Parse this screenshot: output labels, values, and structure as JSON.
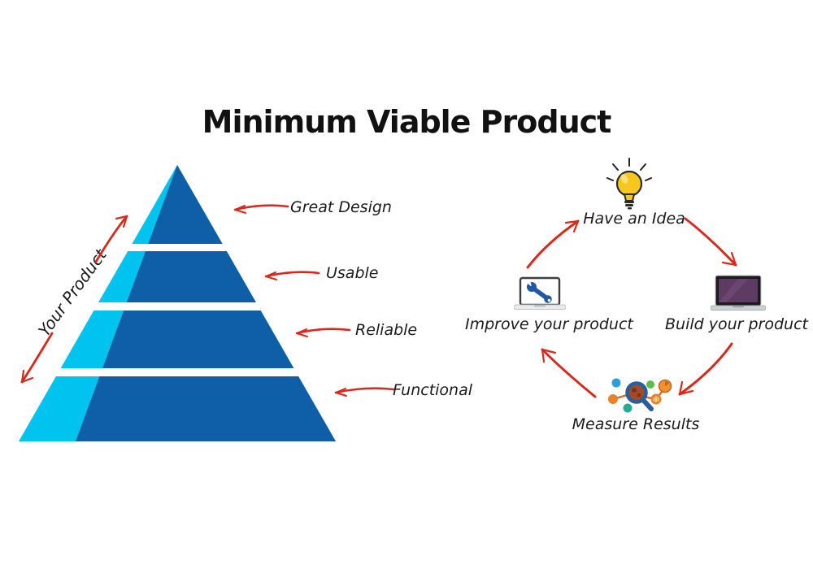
{
  "title": "Minimum Viable Product",
  "pyramid": {
    "axis_label": "Your Product",
    "layers": [
      {
        "label": "Great Design"
      },
      {
        "label": "Usable"
      },
      {
        "label": "Reliable"
      },
      {
        "label": "Functional"
      }
    ],
    "colors": {
      "front_face": "#0E5FA8",
      "side_face": "#00C4F0",
      "divider": "#FFFFFF"
    }
  },
  "cycle": {
    "steps": [
      {
        "label": "Have an Idea",
        "icon": "lightbulb-icon"
      },
      {
        "label": "Build your product",
        "icon": "laptop-icon"
      },
      {
        "label": "Measure Results",
        "icon": "analytics-magnifier-icon"
      },
      {
        "label": "Improve your product",
        "icon": "laptop-wrench-icon"
      }
    ]
  },
  "colors": {
    "arrow_red": "#DA281B",
    "text_black": "#1A1A1A",
    "bulb_yellow": "#F5C71F",
    "wrench_blue": "#2257A8",
    "laptop_screen_purple": "#5E3B63"
  }
}
